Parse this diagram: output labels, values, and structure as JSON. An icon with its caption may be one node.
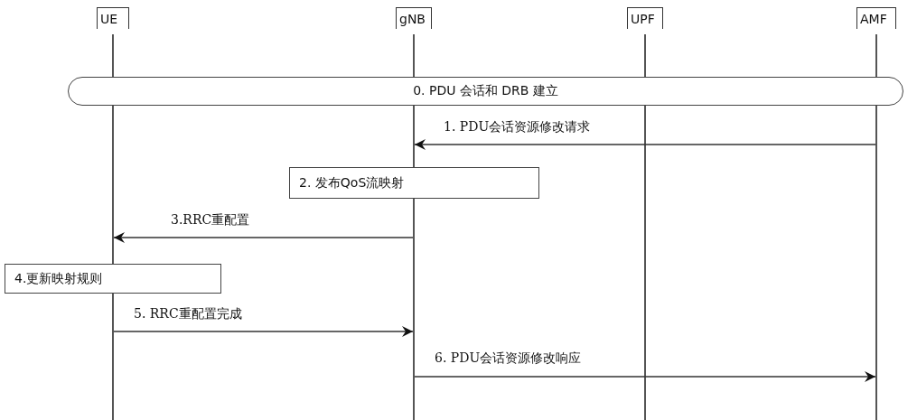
{
  "diagram": {
    "nodes": [
      {
        "text": [
          "UE"
        ]
      },
      {
        "text": [
          "gNB"
        ]
      },
      {
        "text": [
          "UPF"
        ]
      },
      {
        "text": [
          "AMF"
        ]
      },
      {
        "text": [
          "0. PDU 会话和 DRB 建立"
        ]
      },
      {
        "text": [
          "2. 发布QoS流映射"
        ]
      },
      {
        "text": [
          "4.更新映射规则"
        ]
      }
    ],
    "edges": [
      {
        "from": 3,
        "to": 1,
        "arrow": "to",
        "label": "1.  PDU会话资源修改请求"
      },
      {
        "from": 1,
        "to": 0,
        "arrow": "to",
        "label": "3.RRC重配置"
      },
      {
        "from": 0,
        "to": 1,
        "arrow": "to",
        "label": "5.  RRC重配置完成"
      },
      {
        "from": 1,
        "to": 3,
        "arrow": "to",
        "label": "6.  PDU会话资源修改响应"
      }
    ]
  }
}
